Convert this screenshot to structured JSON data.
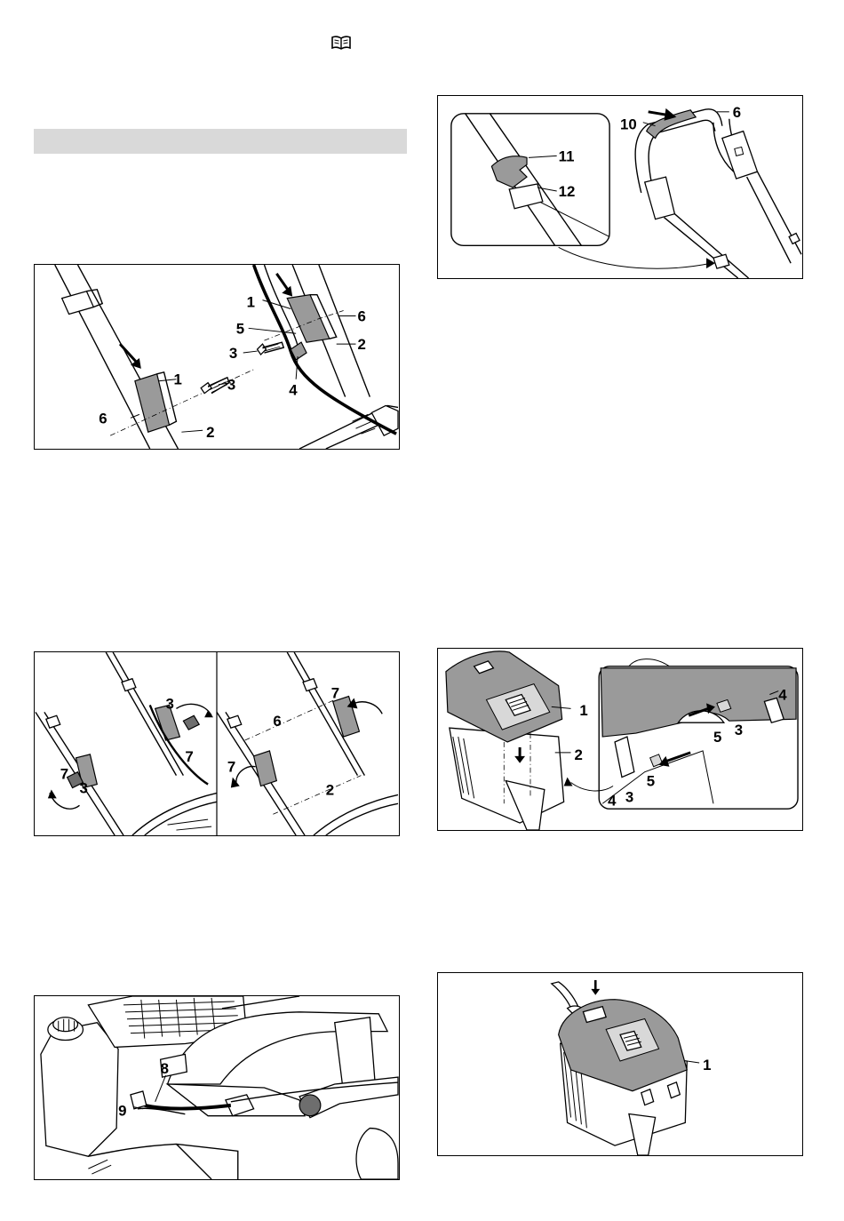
{
  "fig1": {
    "labels": [
      "1",
      "1",
      "2",
      "2",
      "3",
      "3",
      "4",
      "5",
      "6",
      "6"
    ]
  },
  "fig2": {
    "labels": [
      "10",
      "6",
      "11",
      "12"
    ]
  },
  "fig3": {
    "labels": [
      "3",
      "7",
      "7",
      "3",
      "7",
      "6",
      "7",
      "2"
    ]
  },
  "fig4": {
    "labels": [
      "1",
      "2",
      "4",
      "5",
      "3",
      "5",
      "4",
      "3"
    ]
  },
  "fig5": {
    "labels": [
      "8",
      "9"
    ]
  },
  "fig6": {
    "labels": [
      "1"
    ]
  }
}
